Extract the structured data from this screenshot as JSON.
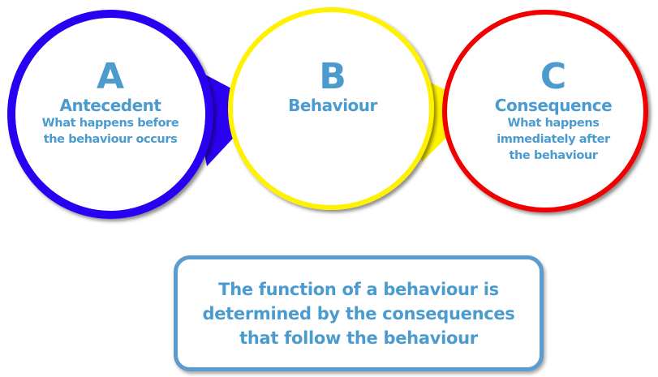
{
  "colors": {
    "antecedent": "#2a00f0",
    "behaviour": "#fff200",
    "consequence": "#f00000",
    "text": "#4b9bcf",
    "box_border": "#5a9bd0"
  },
  "steps": [
    {
      "letter": "A",
      "title": "Antecedent",
      "description_lines": [
        "What happens before",
        "the behaviour occurs"
      ]
    },
    {
      "letter": "B",
      "title": "Behaviour",
      "description_lines": []
    },
    {
      "letter": "C",
      "title": "Consequence",
      "description_lines": [
        "What happens",
        "immediately after",
        "the behaviour"
      ]
    }
  ],
  "summary_lines": [
    "The function of a behaviour is",
    "determined by the consequences",
    "that follow the behaviour"
  ]
}
